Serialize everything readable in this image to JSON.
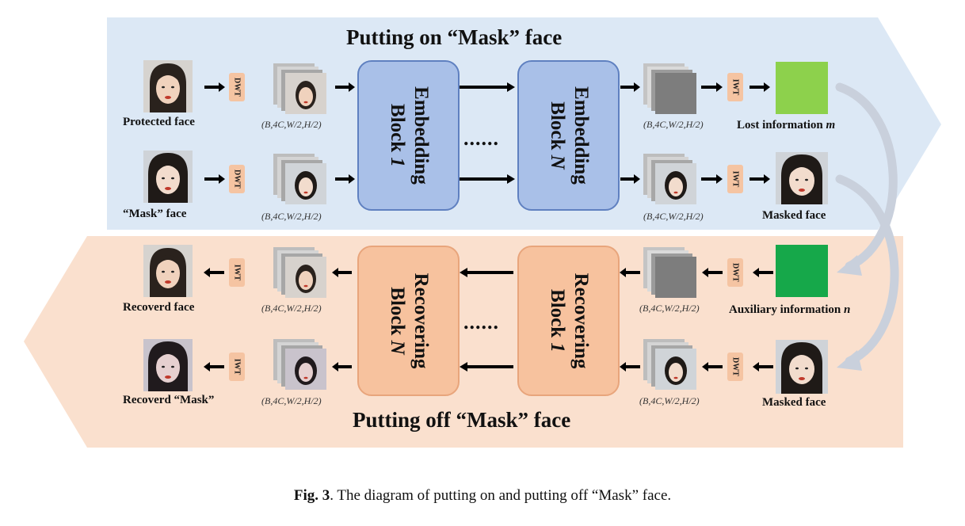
{
  "top_panel": {
    "title": "Putting on “Mask” face",
    "protected_face_label": "Protected face",
    "mask_face_label": "“Mask” face",
    "dwt_label": "DWT",
    "iwt_label": "IWT",
    "shape_label": "(B,4C,W/2,H/2)",
    "embedding_block_1": {
      "line1": "Embedding",
      "line2": "Block ",
      "index": "1"
    },
    "embedding_block_n": {
      "line1": "Embedding",
      "line2": "Block ",
      "index": "N"
    },
    "ellipsis": "......",
    "lost_information_label": "Lost information ",
    "lost_information_symbol": "m",
    "masked_face_label": "Masked face",
    "lost_info_color": "#8dd14c"
  },
  "bottom_panel": {
    "title": "Putting off “Mask” face",
    "recovered_face_label": "Recoverd face",
    "recovered_mask_label": "Recoverd “Mask”",
    "dwt_label": "DWT",
    "iwt_label": "IWT",
    "shape_label": "(B,4C,W/2,H/2)",
    "recovering_block_n": {
      "line1": "Recovering",
      "line2": "Block ",
      "index": "N"
    },
    "recovering_block_1": {
      "line1": "Recovering",
      "line2": "Block ",
      "index": "1"
    },
    "ellipsis": "......",
    "auxiliary_information_label": "Auxiliary information ",
    "auxiliary_information_symbol": "n",
    "masked_face_label": "Masked face",
    "auxiliary_info_color": "#16a84a"
  },
  "caption": {
    "fig_label": "Fig. 3",
    "text": ". The diagram of putting on and putting off “Mask” face."
  },
  "colors": {
    "top_band": "#dce8f5",
    "bottom_band": "#fae0ce",
    "embedding_block": "#a9c0e8",
    "recovering_block": "#f7c29e",
    "wavelet_tag": "#f5c4a2"
  }
}
